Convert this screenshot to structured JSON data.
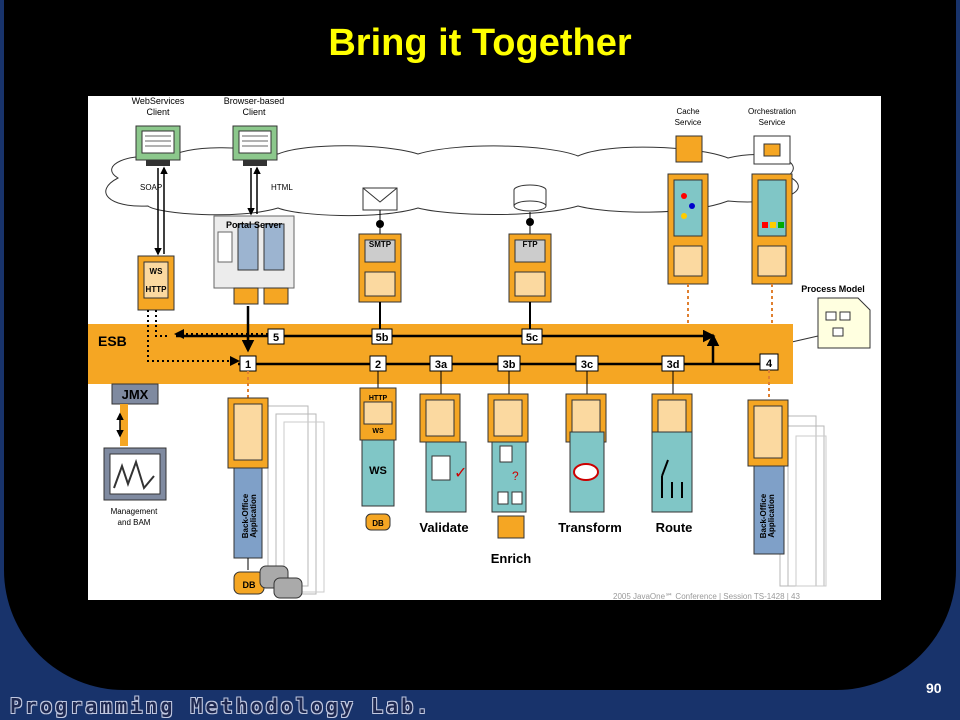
{
  "slide": {
    "title": "Bring it Together",
    "page_number": "90",
    "footer_lab": "Programming Methodology Lab."
  },
  "diagram": {
    "clients": {
      "webservices": [
        "WebServices",
        "Client"
      ],
      "browser": [
        "Browser-based",
        "Client"
      ]
    },
    "protocols": {
      "soap": "SOAP",
      "html": "HTML"
    },
    "portal_server": "Portal Server",
    "ws_http_top": "WS",
    "ws_http_bottom": "HTTP",
    "smtp": "SMTP",
    "ftp": "FTP",
    "cache_service": [
      "Cache",
      "Service"
    ],
    "orchestration_service": [
      "Orchestration",
      "Service"
    ],
    "process_model": "Process Model",
    "esb": "ESB",
    "jmx": "JMX",
    "management": [
      "Management",
      "and BAM"
    ],
    "top_line_labels": [
      "5",
      "5b",
      "5c"
    ],
    "bus_labels": [
      "1",
      "2",
      "3a",
      "3b",
      "3c",
      "3d",
      "4"
    ],
    "back_office": [
      "Back-Office",
      "Application"
    ],
    "db": "DB",
    "http_label": "HTTP",
    "ws_label": "WS",
    "services": [
      "Validate",
      "Enrich",
      "Transform",
      "Route"
    ],
    "copyright": "2005 JavaOne℠ Conference  |  Session TS-1428  |  43",
    "colors": {
      "orange": "#f5a623",
      "teal": "#80c6c6",
      "navy": "#3a3f6e",
      "steel": "#7fa0c8",
      "amber": "#ffff00"
    }
  }
}
